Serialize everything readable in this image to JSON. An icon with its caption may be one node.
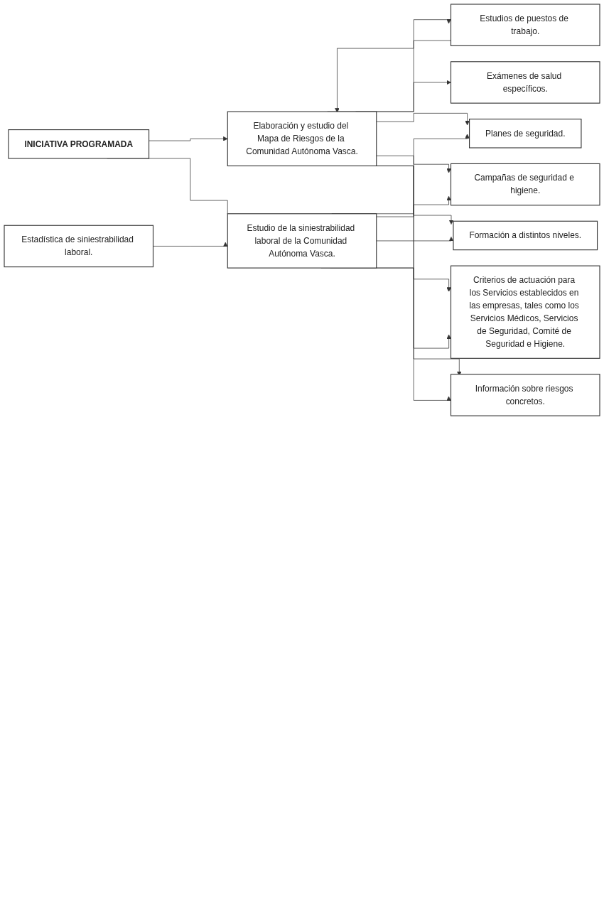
{
  "diagram": {
    "nodes": [
      {
        "text": [
          "INICIATIVA PROGRAMADA"
        ]
      },
      {
        "text": [
          "Estadística de siniestrabilidad laboral."
        ]
      },
      {
        "text": [
          "Estudio de la siniestrabilidad laboral de la Comunidad Autónoma Vasca."
        ]
      },
      {
        "text": [
          "Elaboración y estudio del Mapa de Riesgos de la Comunidad Autónoma Vasca."
        ]
      },
      {
        "text": [
          "Estudios de puestos de trabajo."
        ]
      },
      {
        "text": [
          "Exámenes de salud específicos."
        ]
      },
      {
        "text": [
          "Planes de seguridad."
        ]
      },
      {
        "text": [
          "Campañas de seguridad e higiene."
        ]
      },
      {
        "text": [
          "Formación a distintos niveles."
        ]
      },
      {
        "text": [
          "Criterios de actuación para los Servicios establecidos en las empresas, tales como los Servicios Médicos, Servicios de Seguridad, Comité de Seguridad e Higiene."
        ]
      },
      {
        "text": [
          "Información sobre riesgos concretos."
        ]
      }
    ],
    "edges": [
      {
        "from": 0,
        "to": 3,
        "arrow": "to"
      },
      {
        "from": 0,
        "to": 2,
        "arrow": "none"
      },
      {
        "from": 1,
        "to": 2,
        "arrow": "to"
      },
      {
        "from": 4,
        "to": 3,
        "arrow": "to"
      },
      {
        "from": 3,
        "to": 4,
        "arrow": "to"
      },
      {
        "from": 3,
        "to": 5,
        "arrow": "to"
      },
      {
        "from": 3,
        "to": 6,
        "arrow": "to"
      },
      {
        "from": 3,
        "to": 7,
        "arrow": "to"
      },
      {
        "from": 3,
        "to": 8,
        "arrow": "to"
      },
      {
        "from": 3,
        "to": 9,
        "arrow": "to"
      },
      {
        "from": 3,
        "to": 10,
        "arrow": "to"
      },
      {
        "from": 2,
        "to": 6,
        "arrow": "to"
      },
      {
        "from": 2,
        "to": 7,
        "arrow": "to"
      },
      {
        "from": 2,
        "to": 8,
        "arrow": "to"
      },
      {
        "from": 2,
        "to": 9,
        "arrow": "to"
      },
      {
        "from": 2,
        "to": 10,
        "arrow": "to"
      }
    ]
  }
}
